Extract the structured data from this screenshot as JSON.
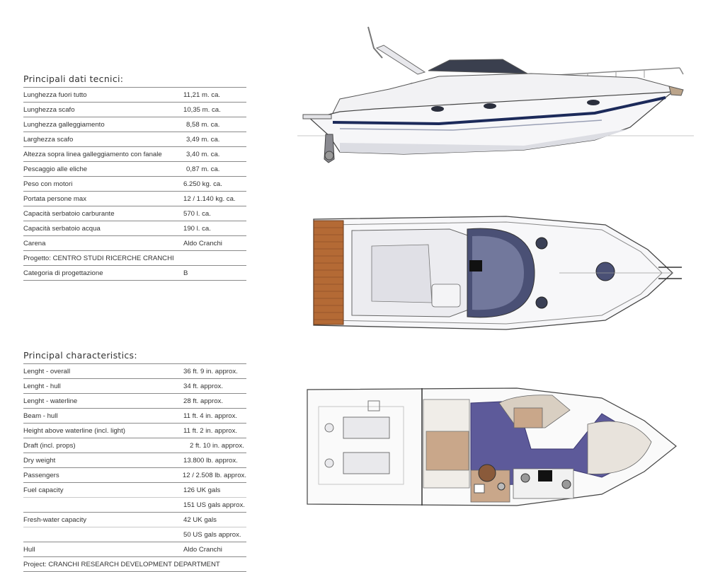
{
  "italian": {
    "title": "Principali dati tecnici:",
    "rows": [
      {
        "label": "Lunghezza fuori tutto",
        "value": "11,21 m. ca."
      },
      {
        "label": "Lunghezza scafo",
        "value": "10,35 m. ca."
      },
      {
        "label": "Lunghezza galleggiamento",
        "value": "8,58 m. ca."
      },
      {
        "label": "Larghezza scafo",
        "value": "3,49 m. ca."
      },
      {
        "label": "Altezza sopra linea galleggiamento con fanale",
        "value": "3,40 m. ca."
      },
      {
        "label": "Pescaggio alle eliche",
        "value": "0,87 m. ca."
      },
      {
        "label": "Peso con motori",
        "value": "6.250 kg. ca."
      },
      {
        "label": "Portata persone max",
        "value": "12 / 1.140 kg. ca."
      },
      {
        "label": "Capacità serbatoio carburante",
        "value": "570 l. ca."
      },
      {
        "label": "Capacità serbatoio acqua",
        "value": "190 l. ca."
      },
      {
        "label": "Carena",
        "value": "Aldo Cranchi"
      },
      {
        "label": "Progetto: CENTRO STUDI RICERCHE CRANCHI",
        "value": ""
      },
      {
        "label": "Categoria di progettazione",
        "value": "B"
      }
    ]
  },
  "english": {
    "title": "Principal characteristics:",
    "rows": [
      {
        "label": "Lenght - overall",
        "value": "36 ft. 9 in. approx."
      },
      {
        "label": "Lenght - hull",
        "value": "34 ft. approx."
      },
      {
        "label": "Lenght - waterline",
        "value": "28 ft. approx."
      },
      {
        "label": "Beam - hull",
        "value": "11 ft. 4 in. approx."
      },
      {
        "label": "Height above waterline (incl. light)",
        "value": "11 ft. 2 in. approx."
      },
      {
        "label": "Draft (incl. props)",
        "value": "2 ft. 10 in. approx."
      },
      {
        "label": "Dry weight",
        "value": "13.800 lb. approx."
      },
      {
        "label": "Passengers",
        "value": "12 / 2.508 lb. approx."
      },
      {
        "label": "Fuel capacity",
        "value": "126 UK gals"
      },
      {
        "label": "",
        "value": "151 US gals approx."
      },
      {
        "label": "Fresh-water capacity",
        "value": "42 UK gals"
      },
      {
        "label": "",
        "value": "50 US gals approx."
      },
      {
        "label": "Hull",
        "value": "Aldo Cranchi"
      },
      {
        "label": "Project: CRANCHI RESEARCH DEVELOPMENT DEPARTMENT",
        "value": ""
      }
    ]
  },
  "drawings": [
    "side-profile",
    "deck-plan",
    "interior-layout"
  ],
  "colors": {
    "hull_stripe": "#1c2a5a",
    "teak": "#b46a35",
    "upholstery": "#5d5a9a",
    "wood": "#c9a78a"
  }
}
